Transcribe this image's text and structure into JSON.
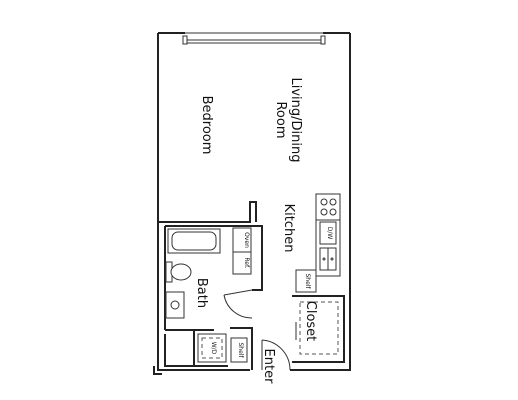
{
  "rooms": {
    "living_dining_line1": "Living/Dining",
    "living_dining_line2": "Room",
    "bedroom": "Bedroom",
    "kitchen": "Kitchen",
    "bath": "Bath",
    "closet": "Closet",
    "enter": "Enter"
  },
  "fixtures": {
    "oven": "Oven",
    "ref": "Ref.",
    "dw": "D/W",
    "shelf_kitchen": "Shelf",
    "shelf_entry": "Shelf",
    "wd": "W/D"
  }
}
